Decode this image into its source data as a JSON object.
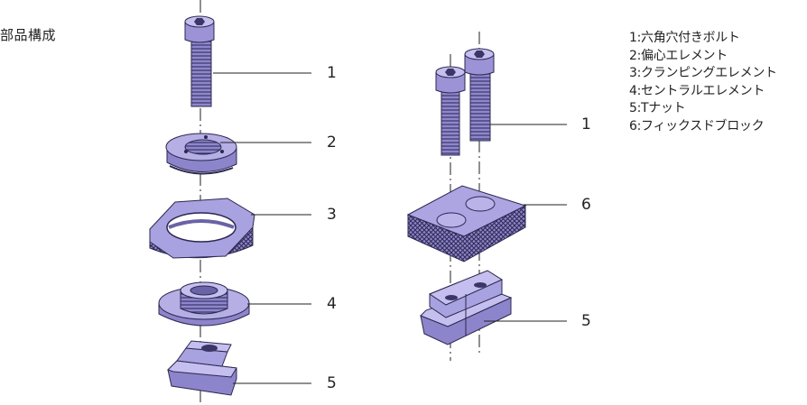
{
  "title": "部品構成",
  "callouts": {
    "left": [
      "1",
      "2",
      "3",
      "4",
      "5"
    ],
    "right": [
      "1",
      "6",
      "5"
    ]
  },
  "legend": [
    "1:六角穴付きボルト",
    "2:偏心エレメント",
    "3:クランピングエレメント",
    "4:セントラルエレメント",
    "5:Tナット",
    "6:フィックスドブロック"
  ],
  "colors": {
    "part_fill": "#9b93d6",
    "part_light": "#c4bfee",
    "part_dark": "#6a63a6",
    "outline": "#2b2850",
    "leader_line": "#222222"
  }
}
